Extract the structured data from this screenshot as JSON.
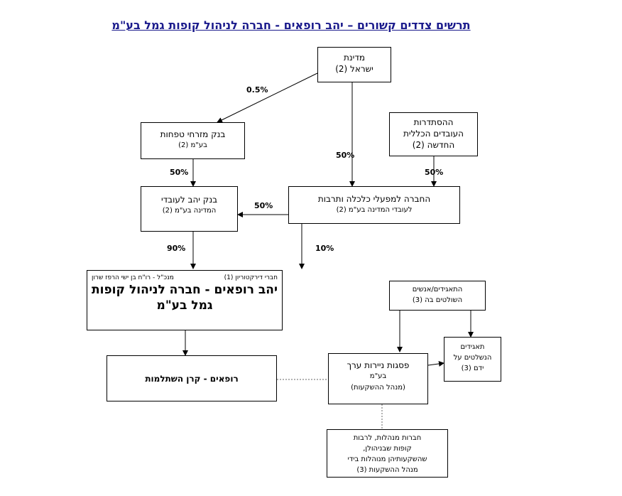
{
  "title": "תרשים צדדים קשורים – יהב רופאים - חברה לניהול קופות גמל בע\"מ",
  "boxes": {
    "state": {
      "line1": "מדינת",
      "line2": "ישראל (2)"
    },
    "mizrahi": {
      "line1": "בנק מזרחי טפחות",
      "line2": "בע\"מ (2)"
    },
    "histadrut": {
      "line1": "ההסתדרות",
      "line2": "העובדים הכללית",
      "line3": "החדשה (2)"
    },
    "yahav_bank": {
      "line1": "בנק יהב לעובדי",
      "line2": "המדינה בע\"מ (2)"
    },
    "company_econ": {
      "line1": "החברה למפעלי כלכלה ותרבות",
      "line2": "לעובדי המדינה בע\"מ (2)"
    },
    "yahav_rofim": {
      "directors": "חברי דירקטוריון (1)",
      "manager": "מנכ\"ל - רו\"ח בן ישי הרפז שרון",
      "name1": "יהב רופאים - חברה לניהול קופות",
      "name2": "גמל בע\"מ"
    },
    "fund": {
      "line1": "רופאים - קרן השתלמות"
    },
    "controllers": {
      "line1": "התאגידים/אנשים",
      "line2": "השולטים בה (3)"
    },
    "psagot": {
      "line1": "פסגות ניירות ערך",
      "line2": "בע\"מ",
      "line3": "(מנהל ההשקעות)"
    },
    "corps": {
      "line1": "תאגידים",
      "line2": "הנשלטים על",
      "line3": "ידם (3)"
    },
    "managed": {
      "line1": "חברות מנהלות, לרבות",
      "line2": "קופות שבניהולן,",
      "line3": "שהשקעותיהן מנוהלות בידי",
      "line4": "מנהל ההשקעות (3)"
    }
  },
  "percentages": {
    "p1": "0.5%",
    "p2": "50%",
    "p3": "50%",
    "p4": "50%",
    "p5": "50%",
    "p6": "90%",
    "p7": "10%"
  }
}
